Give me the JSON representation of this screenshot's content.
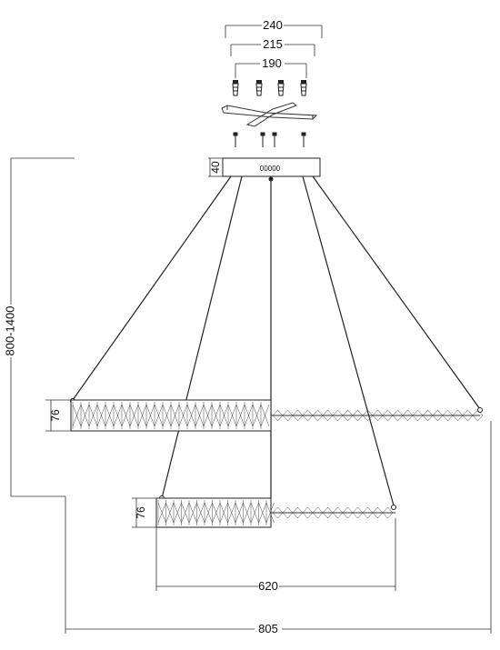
{
  "dimensions": {
    "screw_span_outer": "240",
    "screw_span_middle": "215",
    "screw_span_inner": "190",
    "canopy_height": "40",
    "suspension_height": "800-1400",
    "upper_ring_height": "76",
    "lower_ring_height": "76",
    "lower_ring_diameter": "620",
    "upper_ring_diameter": "805"
  },
  "canopy": {
    "marking": "00000"
  }
}
